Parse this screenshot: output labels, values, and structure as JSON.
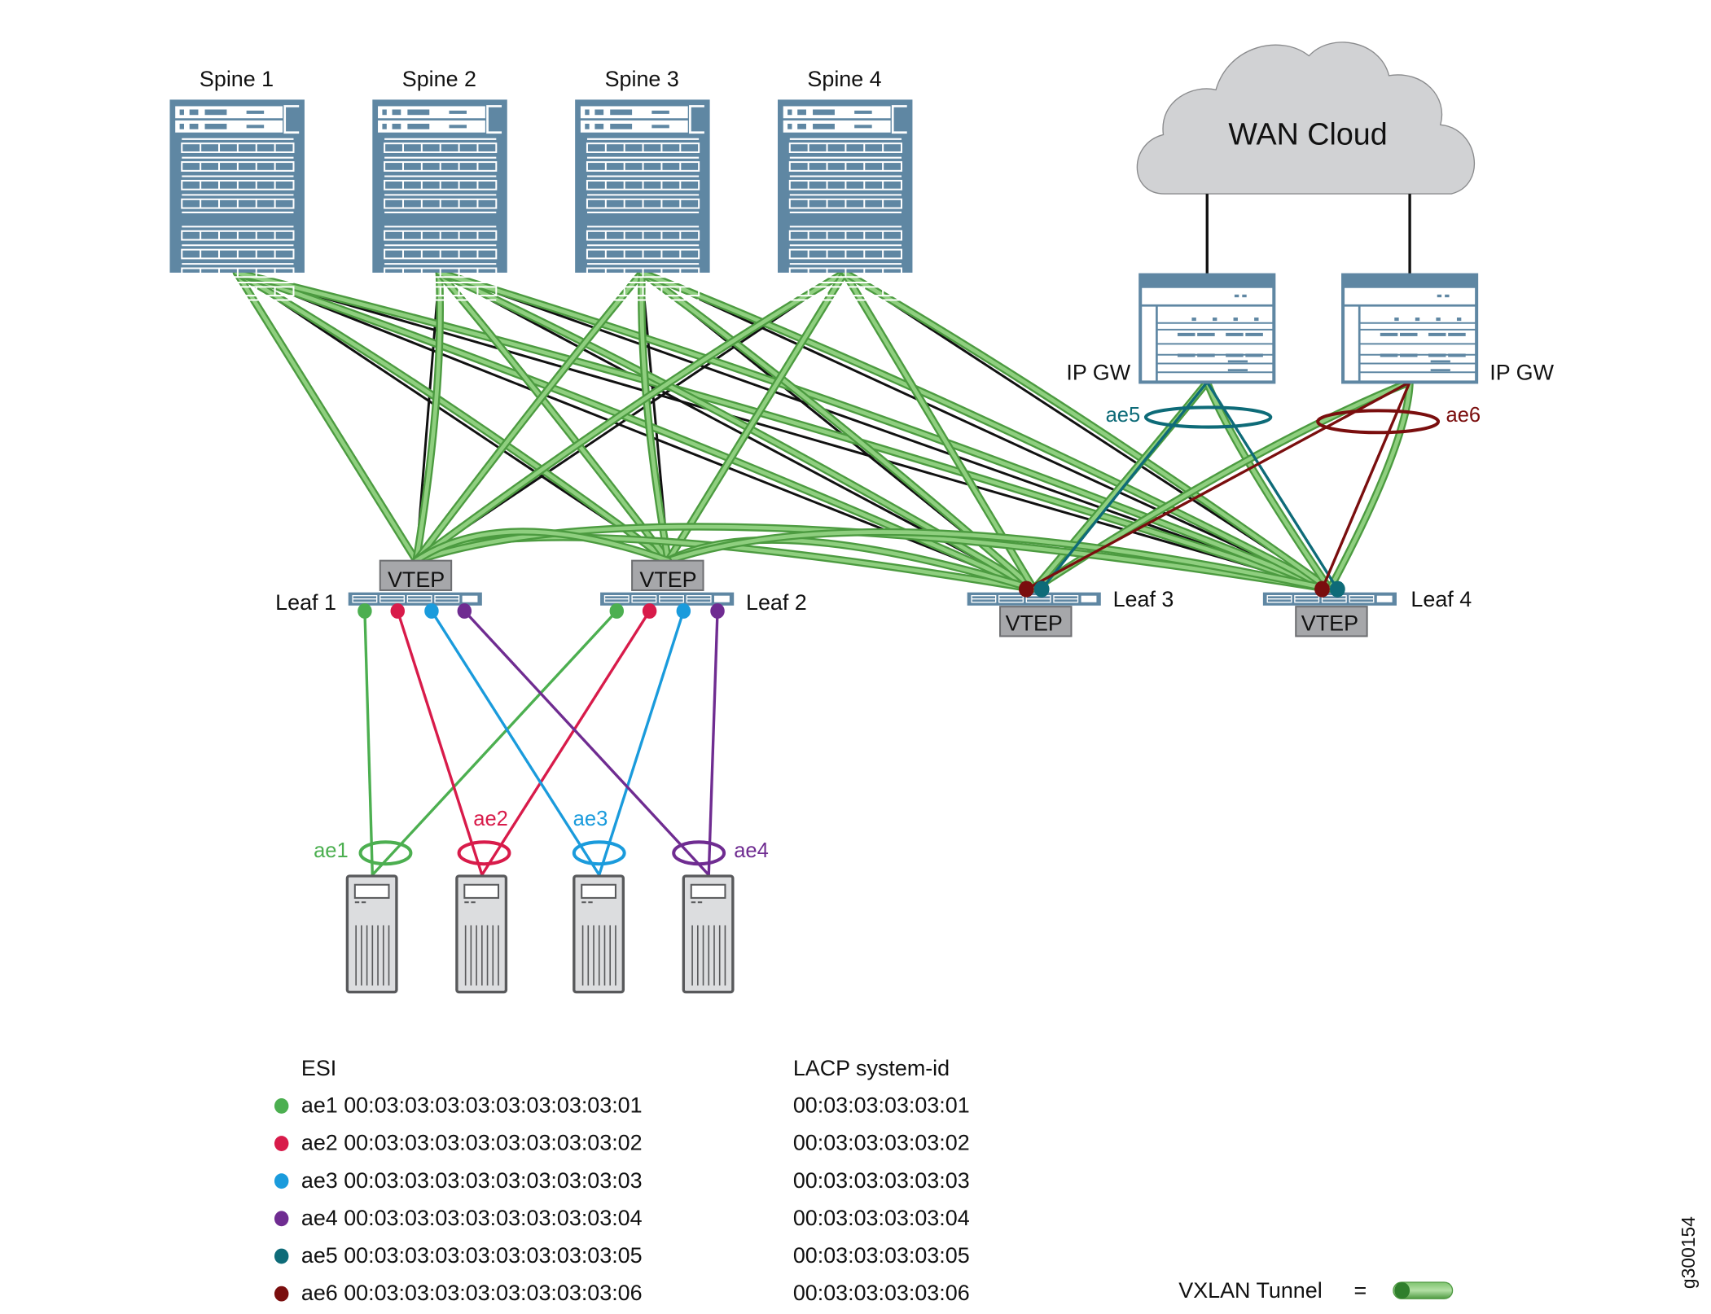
{
  "spines": [
    {
      "label": "Spine 1"
    },
    {
      "label": "Spine 2"
    },
    {
      "label": "Spine 3"
    },
    {
      "label": "Spine 4"
    }
  ],
  "cloud": {
    "label": "WAN Cloud"
  },
  "gateways": [
    {
      "label": "IP GW"
    },
    {
      "label": "IP GW"
    }
  ],
  "leaves": [
    {
      "label": "Leaf 1",
      "vtep": "VTEP"
    },
    {
      "label": "Leaf 2",
      "vtep": "VTEP"
    },
    {
      "label": "Leaf 3",
      "vtep": "VTEP"
    },
    {
      "label": "Leaf 4",
      "vtep": "VTEP"
    }
  ],
  "bundles": [
    {
      "name": "ae1",
      "color": "#4caf50"
    },
    {
      "name": "ae2",
      "color": "#d81b4a"
    },
    {
      "name": "ae3",
      "color": "#1a9bdc"
    },
    {
      "name": "ae4",
      "color": "#6f2c91"
    },
    {
      "name": "ae5",
      "color": "#0e6b78"
    },
    {
      "name": "ae6",
      "color": "#7a0e0e"
    }
  ],
  "legend": {
    "esi_header": "ESI",
    "lacp_header": "LACP system-id",
    "rows": [
      {
        "name": "ae1",
        "esi": "00:03:03:03:03:03:03:03:03:01",
        "lacp": "00:03:03:03:03:01",
        "color": "#4caf50"
      },
      {
        "name": "ae2",
        "esi": "00:03:03:03:03:03:03:03:03:02",
        "lacp": "00:03:03:03:03:02",
        "color": "#d81b4a"
      },
      {
        "name": "ae3",
        "esi": "00:03:03:03:03:03:03:03:03:03",
        "lacp": "00:03:03:03:03:03",
        "color": "#1a9bdc"
      },
      {
        "name": "ae4",
        "esi": "00:03:03:03:03:03:03:03:03:04",
        "lacp": "00:03:03:03:03:04",
        "color": "#6f2c91"
      },
      {
        "name": "ae5",
        "esi": "00:03:03:03:03:03:03:03:03:05",
        "lacp": "00:03:03:03:03:05",
        "color": "#0e6b78"
      },
      {
        "name": "ae6",
        "esi": "00:03:03:03:03:03:03:03:03:06",
        "lacp": "00:03:03:03:03:06",
        "color": "#7a0e0e"
      }
    ],
    "tunnel_label": "VXLAN Tunnel",
    "equals": "="
  },
  "figure_id": "g300154",
  "colors": {
    "device": "#5f87a3",
    "tunnel": "#5fae4f",
    "tunnel_light": "#a7d99a",
    "vtep_fill": "#a6a7aa",
    "cloud_fill": "#d1d2d4",
    "server_fill": "#dcdddf"
  }
}
